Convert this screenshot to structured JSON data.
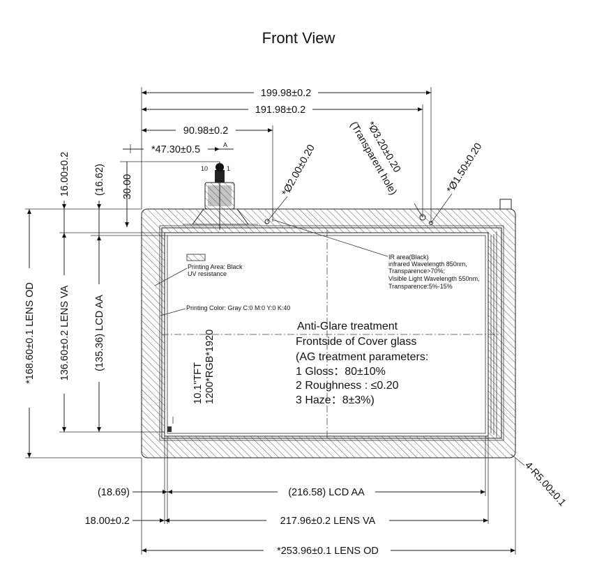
{
  "title": "Front View",
  "dims": {
    "top_od": "199.98±0.2",
    "top_va": "191.98±0.2",
    "top_90": "90.98±0.2",
    "top_47": "*47.30±0.5",
    "tag_a": "A",
    "fpc_10": "10",
    "fpc_1": "1",
    "hole2": "*Ø2.00±0.20",
    "hole32": "*Ø3.20±0.20",
    "hole32_note": "(Transparent hole)",
    "hole15": "*Ø1.50±0.20",
    "left_16": "16.00±0.2",
    "left_1662": "(16.62)",
    "left_30": "30.00",
    "left_od": "*168.60±0.1 LENS OD",
    "left_va": "136.60±0.2 LENS VA",
    "left_aa": "(135.36) LCD AA",
    "bot_1869": "(18.69)",
    "bot_aa": "(216.58) LCD AA",
    "bot_18": "18.00±0.2",
    "bot_va": "217.96±0.2 LENS VA",
    "bot_od": "*253.96±0.1 LENS OD",
    "radius": "4-R5.00±0.1"
  },
  "notes": {
    "print_area": [
      "Printing Area: Black",
      "UV resistance"
    ],
    "print_color": "Printing Color: Gray C:0 M:0 Y:0 K:40",
    "ir_area": [
      "IR area(Black)",
      "infrared Wavelength 850nm,",
      "Transparence>70%;",
      "Visible Light Wavelength 550nm,",
      "Transparence:5%-15%"
    ],
    "tft": [
      "10.1\"TFT",
      "1200*RGB*1920"
    ],
    "ag": [
      "Anti-Glare treatment",
      "Frontside of Cover glass",
      "(AG treatment parameters:",
      "1 Gloss：80±10%",
      "2 Roughness : ≤0.20",
      "3 Haze：8±3%)"
    ]
  }
}
